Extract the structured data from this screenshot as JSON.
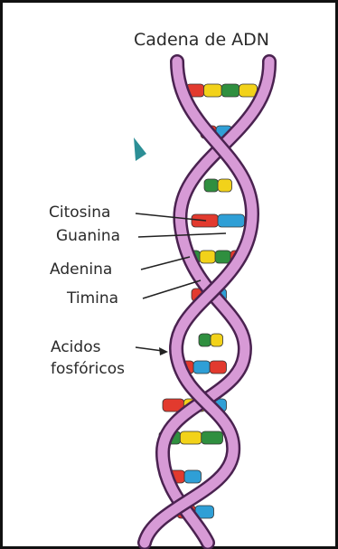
{
  "diagram": {
    "title": "Cadena de ADN",
    "labels": {
      "citosina": "Citosina",
      "guanina": "Guanina",
      "adenina": "Adenina",
      "timina": "Timina",
      "acidos_line1": "Acidos",
      "acidos_line2": "fosfóricos"
    },
    "colors": {
      "strand": "#d79ad6",
      "strand_outline": "#4a2250",
      "citosina": "#e23a2e",
      "guanina": "#2f9fd6",
      "adenina": "#2f8f3f",
      "timina": "#f2d21a",
      "phosphate": "#c9a0d6",
      "text": "#2a2a2a"
    },
    "icons": [
      "arrow-icon"
    ]
  }
}
